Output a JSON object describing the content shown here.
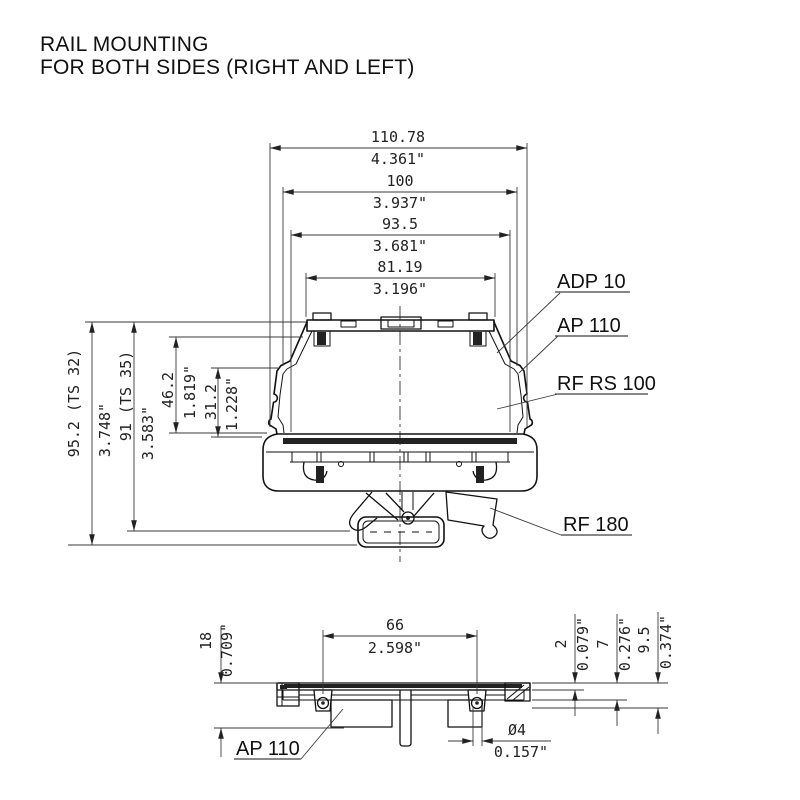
{
  "title": {
    "line1": "RAIL MOUNTING",
    "line2": "FOR BOTH SIDES (RIGHT AND LEFT)"
  },
  "colors": {
    "line": "#111111",
    "dimension": "#3a3a3a",
    "background": "#ffffff"
  },
  "front_view": {
    "width_dims": [
      {
        "mm": "110.78",
        "inch": "4.361\""
      },
      {
        "mm": "100",
        "inch": "3.937\""
      },
      {
        "mm": "93.5",
        "inch": "3.681\""
      },
      {
        "mm": "81.19",
        "inch": "3.196\""
      }
    ],
    "height_dims": [
      {
        "mm": "95.2 (TS 32)",
        "inch": "3.748\""
      },
      {
        "mm": "91 (TS 35)",
        "inch": "3.583\""
      },
      {
        "mm": "46.2",
        "inch": "1.819\""
      },
      {
        "mm": "31.2",
        "inch": "1.228\""
      }
    ],
    "part_labels": [
      {
        "text": "ADP 10"
      },
      {
        "text": "AP 110"
      },
      {
        "text": "RF RS 100"
      },
      {
        "text": "RF 180"
      }
    ]
  },
  "bottom_view": {
    "width_dim": {
      "mm": "66",
      "inch": "2.598\""
    },
    "plate_height_dim": {
      "mm": "18",
      "inch": "0.709\""
    },
    "right_dims": [
      {
        "mm": "2",
        "inch": "0.079\""
      },
      {
        "mm": "7",
        "inch": "0.276\""
      },
      {
        "mm": "9.5",
        "inch": "0.374\""
      }
    ],
    "hole_dim": {
      "mm": "Ø4",
      "inch": "0.157\""
    },
    "part_label": "AP 110"
  }
}
